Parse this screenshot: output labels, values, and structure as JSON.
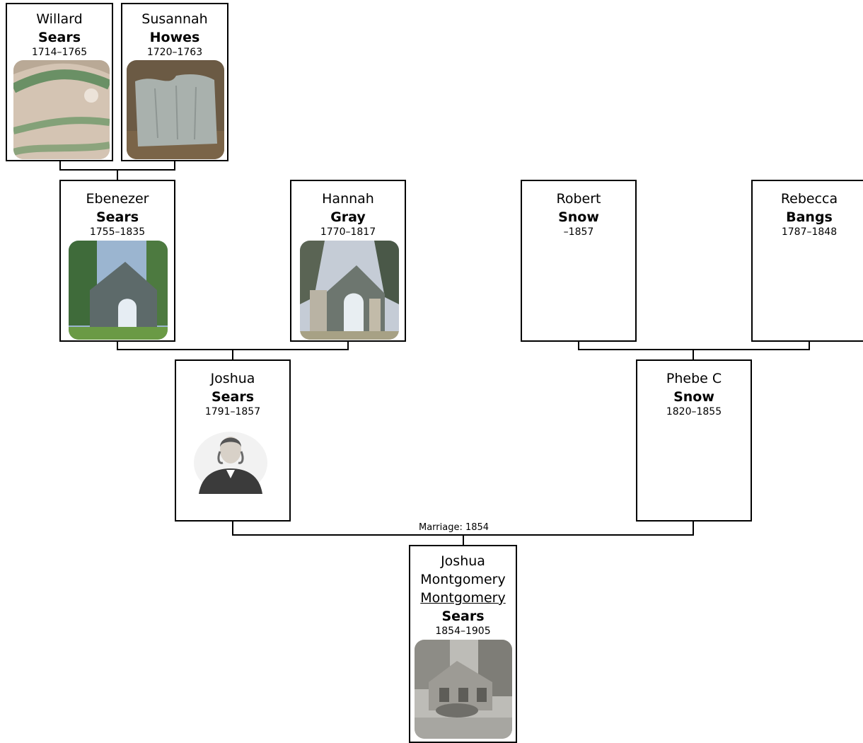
{
  "people": {
    "willard": {
      "given": "Willard",
      "surname": "Sears",
      "dates": "1714–1765",
      "photo": "headstone-photo"
    },
    "susannah": {
      "given": "Susannah",
      "surname": "Howes",
      "dates": "1720–1763",
      "photo": "headstone-photo"
    },
    "ebenezer": {
      "given": "Ebenezer",
      "surname": "Sears",
      "dates": "1755–1835",
      "photo": "tomb-photo"
    },
    "hannah": {
      "given": "Hannah",
      "surname": "Gray",
      "dates": "1770–1817",
      "photo": "tomb-photo"
    },
    "robert": {
      "given": "Robert",
      "surname": "Snow",
      "dates": "–1857"
    },
    "rebecca": {
      "given": "Rebecca",
      "surname": "Bangs",
      "dates": "1787–1848"
    },
    "joshua": {
      "given": "Joshua",
      "surname": "Sears",
      "dates": "1791–1857",
      "photo": "portrait-engraving"
    },
    "phebe": {
      "given": "Phebe C",
      "surname": "Snow",
      "dates": "1820–1855"
    },
    "joshua_m": {
      "given1": "Joshua",
      "given2": "Montgomery",
      "given3": "Montgomery",
      "surname": "Sears",
      "dates": "1854–1905",
      "photo": "house-photo"
    }
  },
  "marriage_label": "Marriage: 1854"
}
